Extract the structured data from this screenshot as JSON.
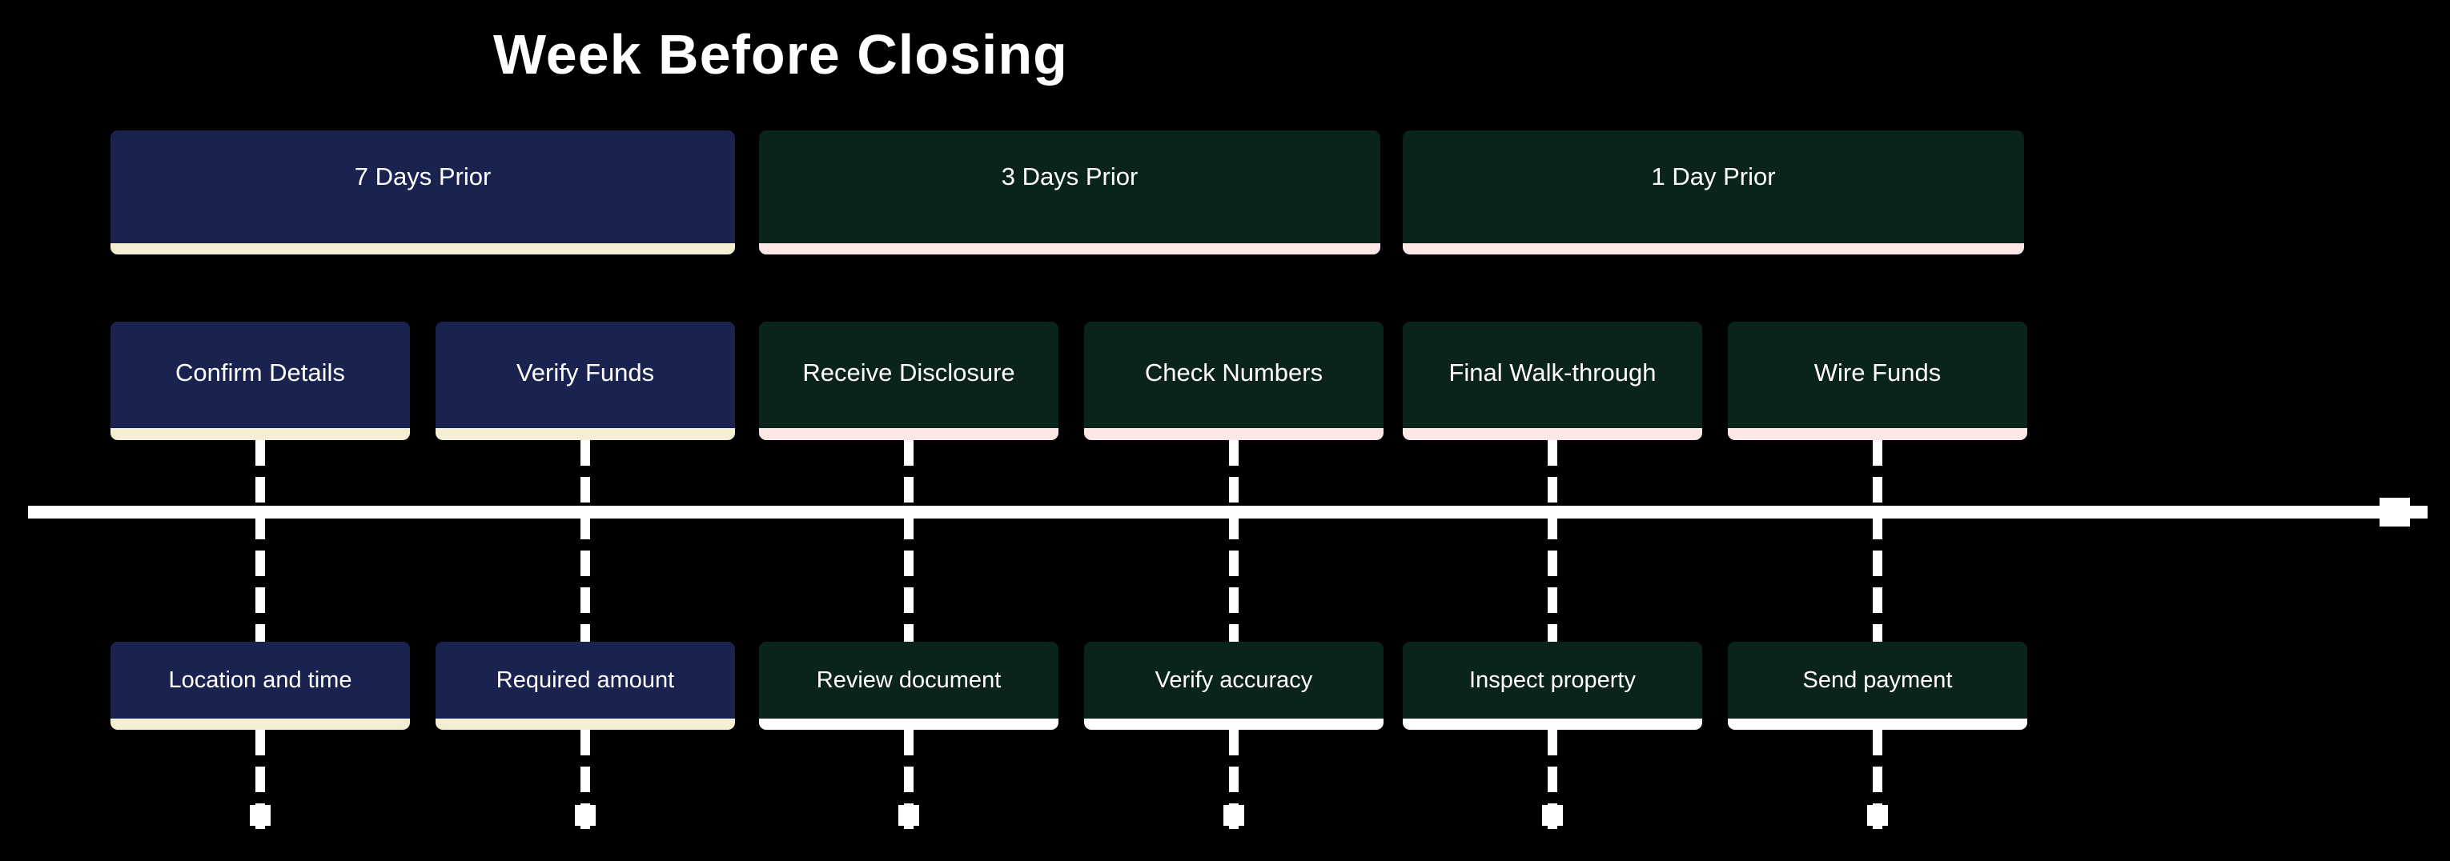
{
  "title": "Week Before Closing",
  "colors": {
    "background": "#000000",
    "navy": "#1a2350",
    "green": "#0b231d",
    "cream": "#f4efd2",
    "pink": "#fbe7e5",
    "white": "#ffffff"
  },
  "phases": [
    {
      "label": "7 Days Prior"
    },
    {
      "label": "3 Days Prior"
    },
    {
      "label": "1 Day Prior"
    }
  ],
  "tasks": [
    {
      "label": "Confirm Details",
      "detail": "Location and time"
    },
    {
      "label": "Verify Funds",
      "detail": "Required amount"
    },
    {
      "label": "Receive Disclosure",
      "detail": "Review document"
    },
    {
      "label": "Check Numbers",
      "detail": "Verify accuracy"
    },
    {
      "label": "Final Walk-through",
      "detail": "Inspect property"
    },
    {
      "label": "Wire Funds",
      "detail": "Send payment"
    }
  ]
}
